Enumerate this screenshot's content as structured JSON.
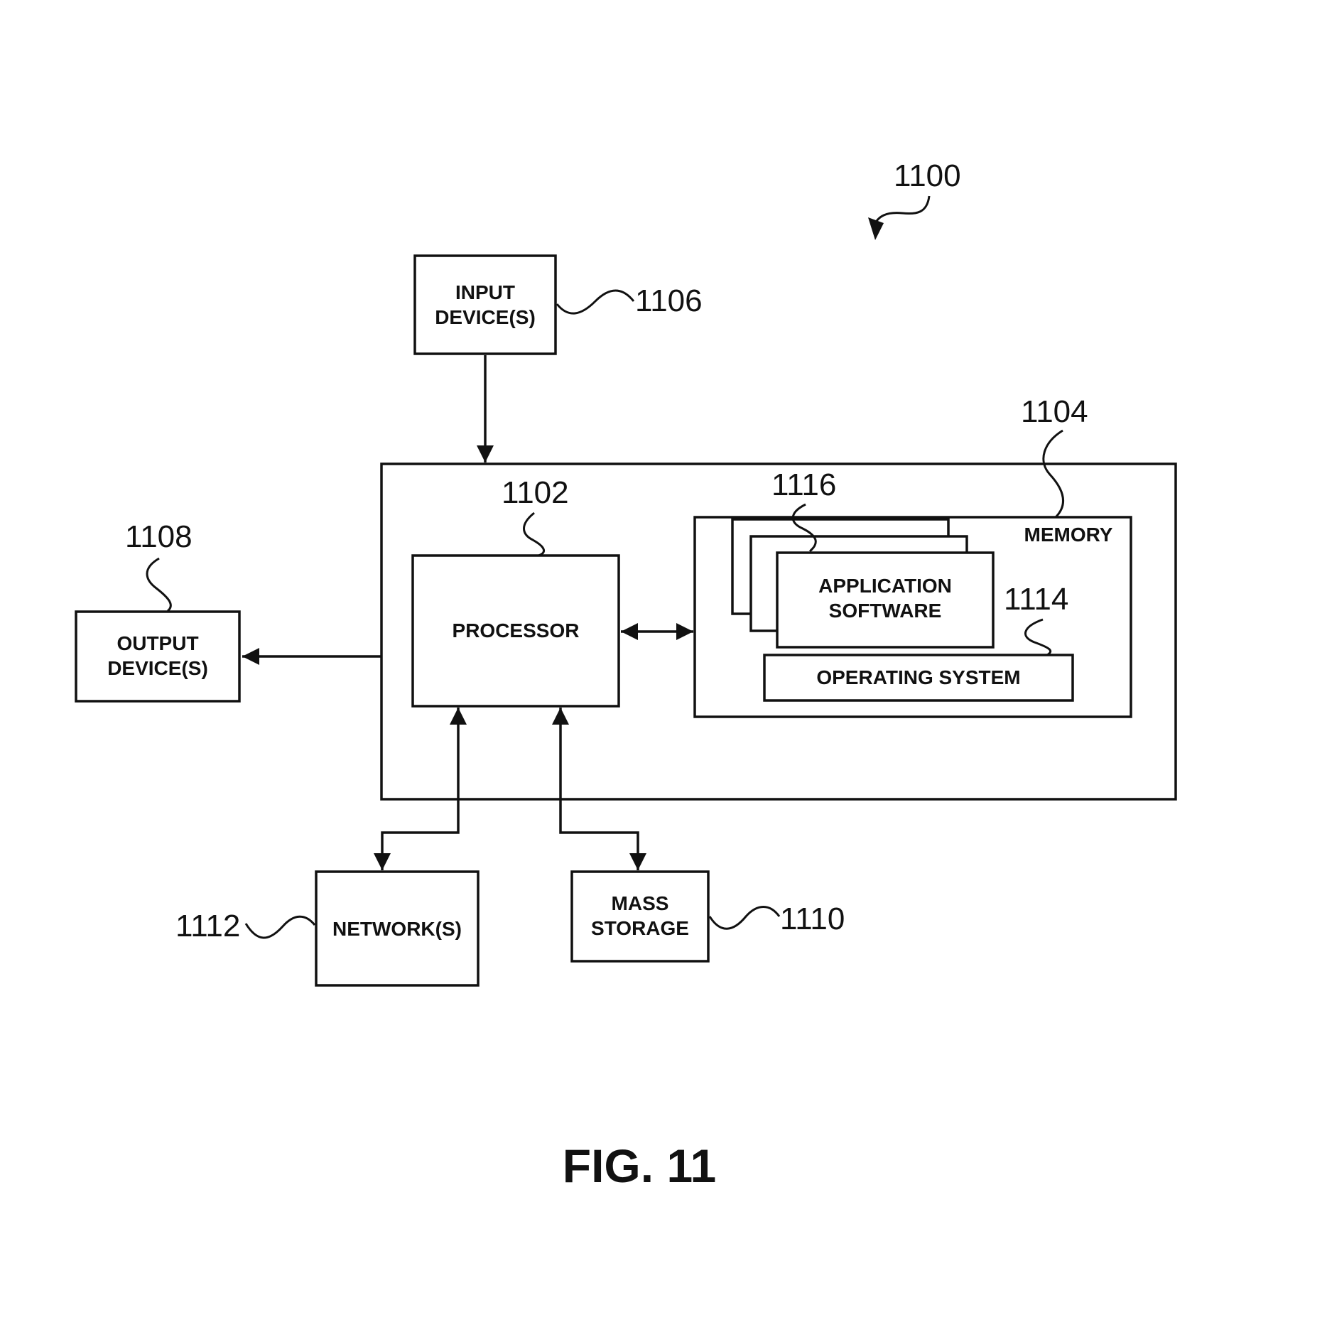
{
  "figure": {
    "caption": "FIG. 11",
    "system_ref": "1100"
  },
  "blocks": {
    "input": {
      "lines": [
        "INPUT",
        "DEVICE(S)"
      ],
      "ref": "1106"
    },
    "output": {
      "lines": [
        "OUTPUT",
        "DEVICE(S)"
      ],
      "ref": "1108"
    },
    "processor": {
      "label": "PROCESSOR",
      "ref": "1102"
    },
    "memory": {
      "label": "MEMORY",
      "ref": "1104"
    },
    "application": {
      "lines": [
        "APPLICATION",
        "SOFTWARE"
      ],
      "ref": "1116"
    },
    "os": {
      "label": "OPERATING SYSTEM",
      "ref": "1114"
    },
    "network": {
      "label": "NETWORK(S)",
      "ref": "1112"
    },
    "storage": {
      "lines": [
        "MASS",
        "STORAGE"
      ],
      "ref": "1110"
    }
  }
}
